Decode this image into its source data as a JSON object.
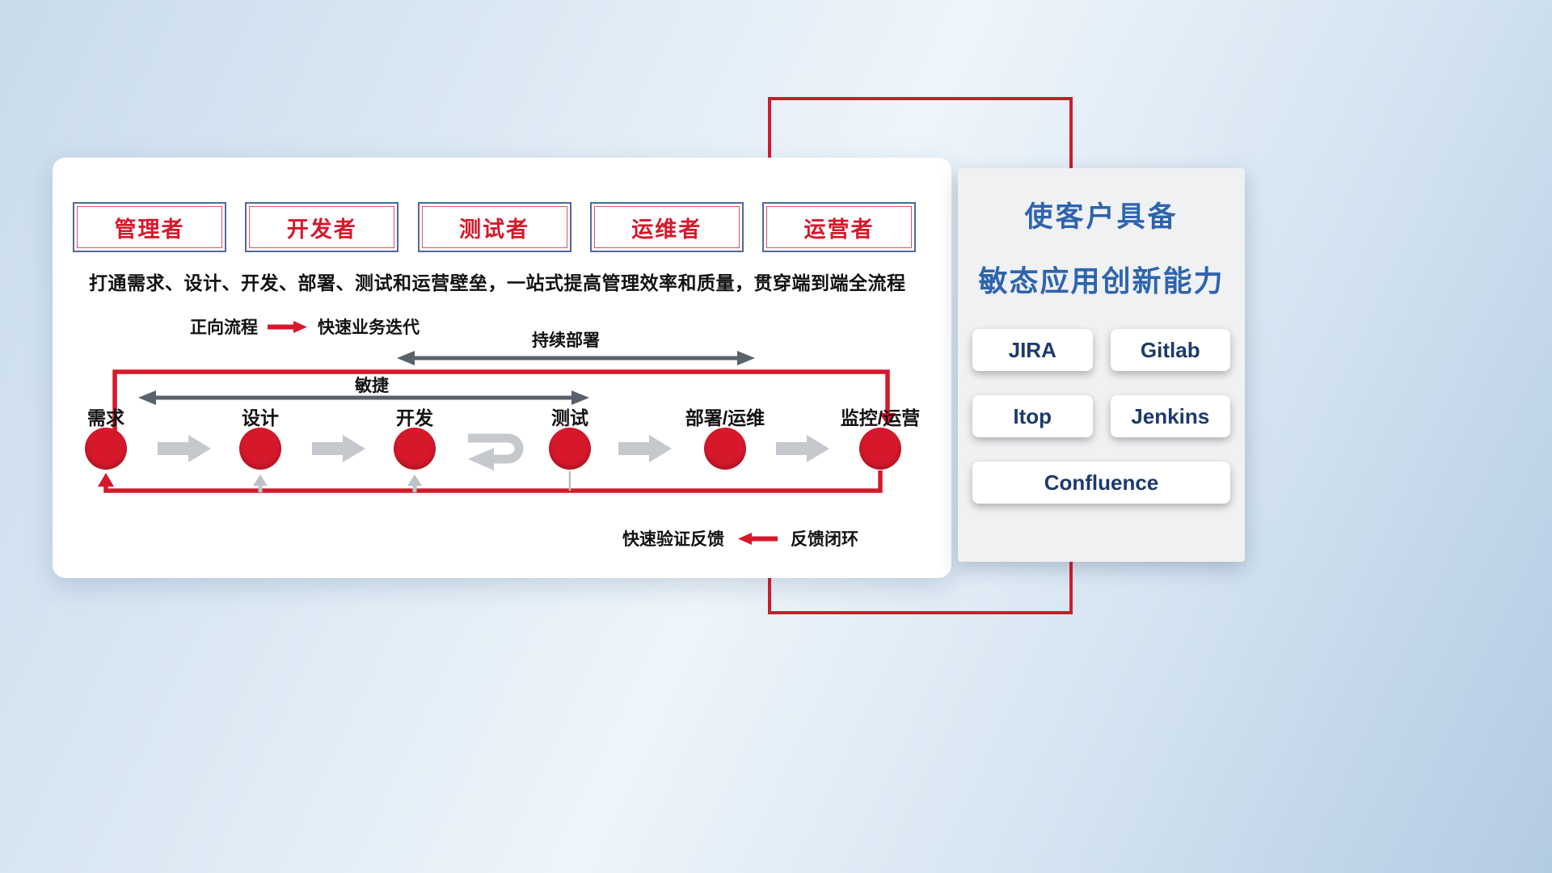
{
  "card": {
    "roles": [
      {
        "label": "管理者"
      },
      {
        "label": "开发者"
      },
      {
        "label": "测试者"
      },
      {
        "label": "运维者"
      },
      {
        "label": "运营者"
      }
    ],
    "subtitle": "打通需求、设计、开发、部署、测试和运营壁垒，一站式提高管理效率和质量，贯穿端到端全流程",
    "forward_legend": {
      "label": "正向流程",
      "value": "快速业务迭代"
    },
    "flow": {
      "continuous_deployment_label": "持续部署",
      "agile_label": "敏捷",
      "stages": [
        {
          "label": "需求"
        },
        {
          "label": "设计"
        },
        {
          "label": "开发"
        },
        {
          "label": "测试"
        },
        {
          "label": "部署/运维"
        },
        {
          "label": "监控/运营"
        }
      ]
    },
    "feedback_legend": {
      "label": "快速验证反馈",
      "value": "反馈闭环"
    }
  },
  "panel": {
    "title_line1": "使客户具备",
    "title_line2": "敏态应用创新能力",
    "tools": [
      {
        "label": "JIRA"
      },
      {
        "label": "Gitlab"
      },
      {
        "label": "Itop"
      },
      {
        "label": "Jenkins"
      },
      {
        "label": "Confluence"
      }
    ]
  },
  "colors": {
    "red": "#d6182b",
    "blue_title": "#2e64ae",
    "navy_text": "#1d3a6b",
    "gray_arrow": "#c5c9ce",
    "dark_gray_arrow": "#59616c"
  }
}
